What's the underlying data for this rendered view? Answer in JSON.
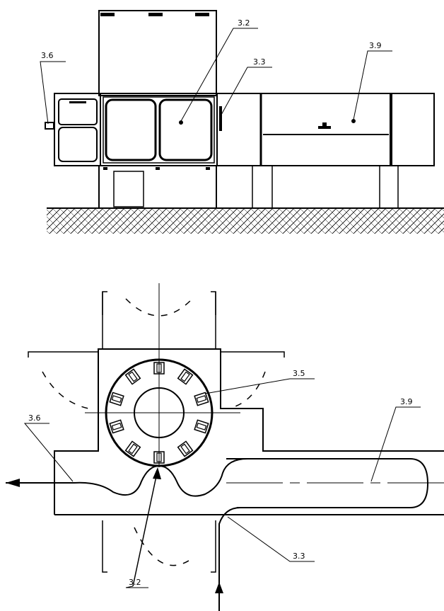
{
  "labels": {
    "l36_top": "3.6",
    "l32_top": "3.2",
    "l33_top": "3.3",
    "l39_top": "3.9",
    "l35": "3.5",
    "l36_bot": "3.6",
    "l39_bot": "3.9",
    "l33_bot": "3.3",
    "l32_bot": "3.2"
  },
  "colors": {
    "line": "#000000",
    "background": "#ffffff"
  }
}
